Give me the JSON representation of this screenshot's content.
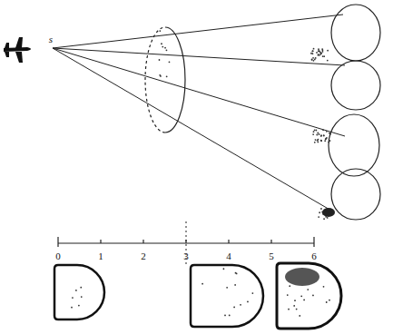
{
  "diagram": {
    "labels": [
      "s",
      "0",
      "1",
      "2",
      "3",
      "4",
      "5",
      "6"
    ]
  }
}
